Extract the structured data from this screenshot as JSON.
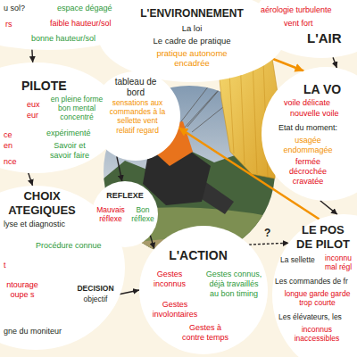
{
  "diagram": {
    "nodes": [
      {
        "text": [
          "u sol?",
          "espace dégagé",
          "rs",
          "faible hauteur/sol",
          "bonne hauteur/sol"
        ]
      },
      {
        "text": [
          "L'ENVIRONNEMENT",
          "La loi",
          "Le cadre de pratique",
          "pratique autonome encadrée"
        ]
      },
      {
        "text": [
          "aérologie turbulente",
          "vent fort",
          "L'AIR"
        ]
      },
      {
        "text": [
          "PILOTE",
          "en pleine forme bon mental concentré",
          "eux",
          "eur",
          "ce",
          "en",
          "nce",
          "expérimenté",
          "Savoir et savoir faire"
        ]
      },
      {
        "text": [
          "tableau de bord",
          "sensations aux commandes à la sellette vent relatif regard"
        ]
      },
      {
        "text": [
          "LA VO",
          "voile délicate",
          "nouvelle voile",
          "Etat du moment:",
          "usagée endommagée",
          "fermée décrochée cravatée"
        ]
      },
      {
        "text": [
          "CHOIX ATEGIQUES",
          "lyse et diagnostic",
          "Procédure connue",
          "t",
          "ntourage oupe s",
          "gne du moniteur"
        ]
      },
      {
        "text": [
          "DECISION",
          "objectif"
        ],
        "in": 6
      },
      {
        "text": [
          "REFLEXE",
          "Mauvais réflexe",
          "Bon réflexe"
        ]
      },
      {
        "text": [
          "L'ACTION",
          "Gestes inconnus",
          "Gestes connus, déjà travaillés au bon timing",
          "Gestes involontaires",
          "Gestes à contre temps"
        ]
      },
      {
        "text": [
          "LE POS",
          "DE PILOT",
          "La sellette",
          "inconnu mal régl",
          "Les commandes de fr",
          "longue garde garde trop courte",
          "Les élévateurs, les",
          "inconnus inaccessibles"
        ]
      }
    ],
    "edges": [
      {
        "from": 0,
        "to": 3,
        "arrow": "to"
      },
      {
        "from": 1,
        "to": 5,
        "arrow": "to"
      },
      {
        "from": 2,
        "to": 5,
        "arrow": "to"
      },
      {
        "from": 3,
        "to": 6,
        "arrow": "to"
      },
      {
        "from": 4,
        "to": 8,
        "arrow": "to"
      },
      {
        "from": 8,
        "to": 9,
        "arrow": "to"
      },
      {
        "from": 7,
        "to": 9,
        "arrow": "to"
      },
      {
        "from": 9,
        "to": 10,
        "label": "?",
        "arrow": "to"
      },
      {
        "from": 10,
        "to": 4,
        "arrow": "to"
      },
      {
        "from": 5,
        "to": 10,
        "arrow": "to"
      }
    ]
  }
}
